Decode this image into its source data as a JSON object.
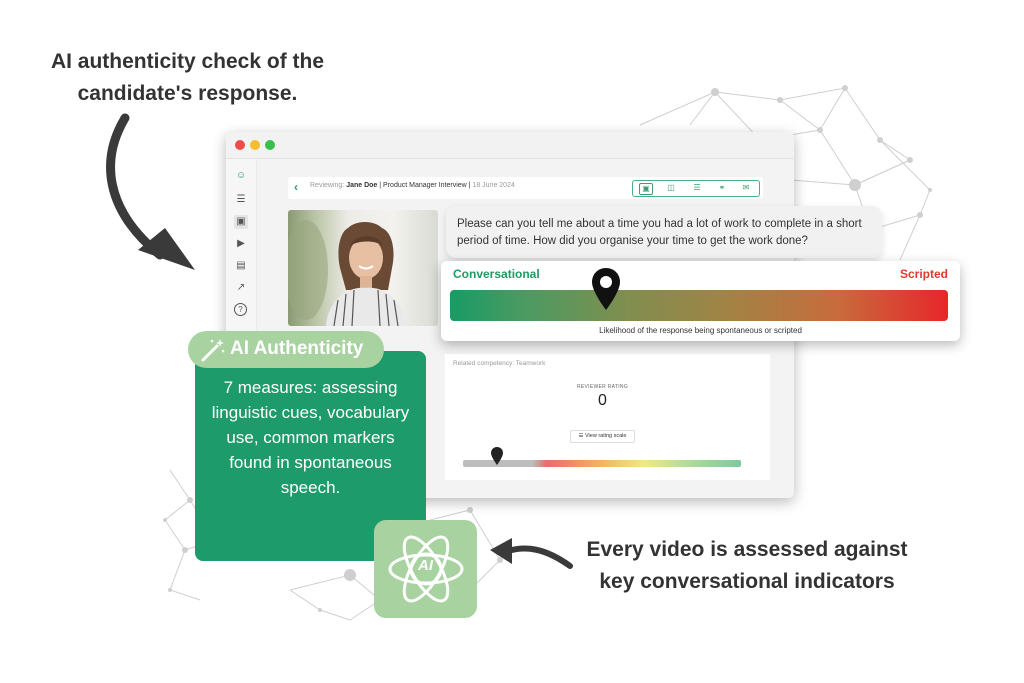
{
  "headlines": {
    "top": "AI authenticity check of the candidate's response.",
    "bottom": "Every video is assessed against key conversational indicators"
  },
  "window": {
    "breadcrumb": {
      "prefix": "Reviewing:",
      "candidate": "Jane Doe",
      "role": "Product Manager Interview",
      "date": "18 June 2024"
    },
    "toolbar_icons": [
      "chat-icon",
      "transcript-icon",
      "checklist-icon",
      "attachment-icon",
      "mail-icon"
    ],
    "sidebar_icons": [
      "user-icon",
      "list-icon",
      "chat-icon",
      "video-icon",
      "store-icon",
      "trend-icon",
      "help-icon"
    ]
  },
  "question": {
    "text": "Please can you tell me about a time you had a lot of work to complete in a short period of time. How did you organise your time to get the work done?"
  },
  "gauge": {
    "left_label": "Conversational",
    "right_label": "Scripted",
    "caption": "Likelihood of the response being spontaneous or scripted",
    "marker_fraction": 0.32,
    "colors": {
      "conversational": "#1f9a63",
      "scripted": "#e03a30"
    }
  },
  "review": {
    "competency": "Related competency: Teamwork",
    "rating_label": "REVIEWER RATING",
    "rating_value": "0",
    "scale_button": "View rating scale"
  },
  "badge": {
    "label": "AI Authenticity"
  },
  "info_card": {
    "text": "7 measures: assessing linguistic cues, vocabulary use, common markers found in spontaneous speech."
  },
  "ai_tile": {
    "label": "AI"
  }
}
